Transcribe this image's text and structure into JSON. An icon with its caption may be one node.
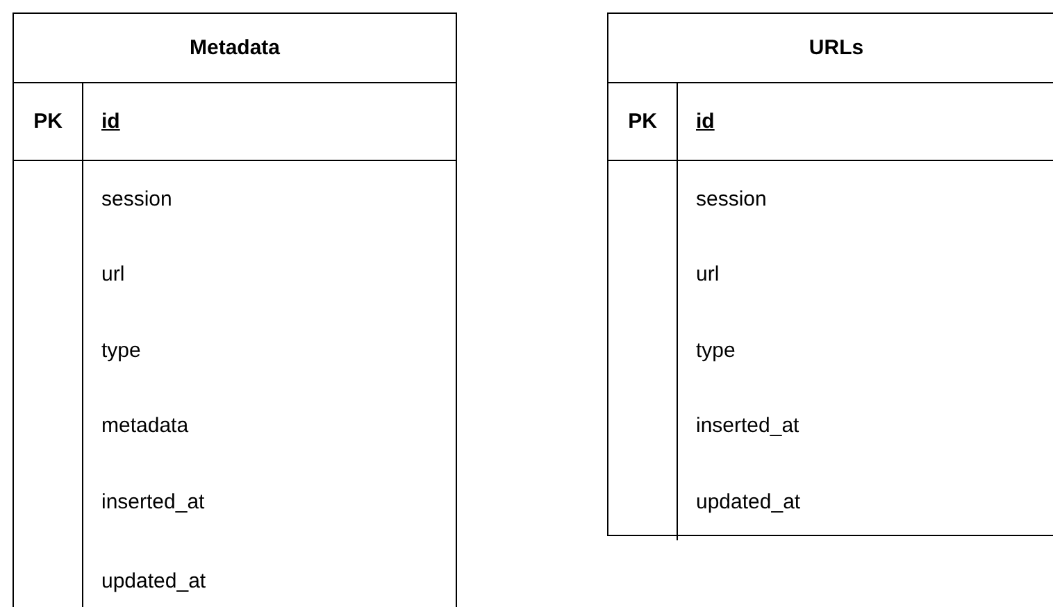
{
  "diagram": {
    "nodes": [
      {
        "text": [
          "Metadata"
        ]
      },
      {
        "text": [
          "PK",
          "id"
        ],
        "in": 0
      },
      {
        "text": [
          "session"
        ],
        "in": 0
      },
      {
        "text": [
          "url"
        ],
        "in": 0
      },
      {
        "text": [
          "type"
        ],
        "in": 0
      },
      {
        "text": [
          "metadata"
        ],
        "in": 0
      },
      {
        "text": [
          "inserted_at"
        ],
        "in": 0
      },
      {
        "text": [
          "updated_at"
        ],
        "in": 0
      },
      {
        "text": [
          "URLs"
        ]
      },
      {
        "text": [
          "PK",
          "id"
        ],
        "in": 8
      },
      {
        "text": [
          "session"
        ],
        "in": 8
      },
      {
        "text": [
          "url"
        ],
        "in": 8
      },
      {
        "text": [
          "type"
        ],
        "in": 8
      },
      {
        "text": [
          "inserted_at"
        ],
        "in": 8
      },
      {
        "text": [
          "updated_at"
        ],
        "in": 8
      }
    ]
  }
}
